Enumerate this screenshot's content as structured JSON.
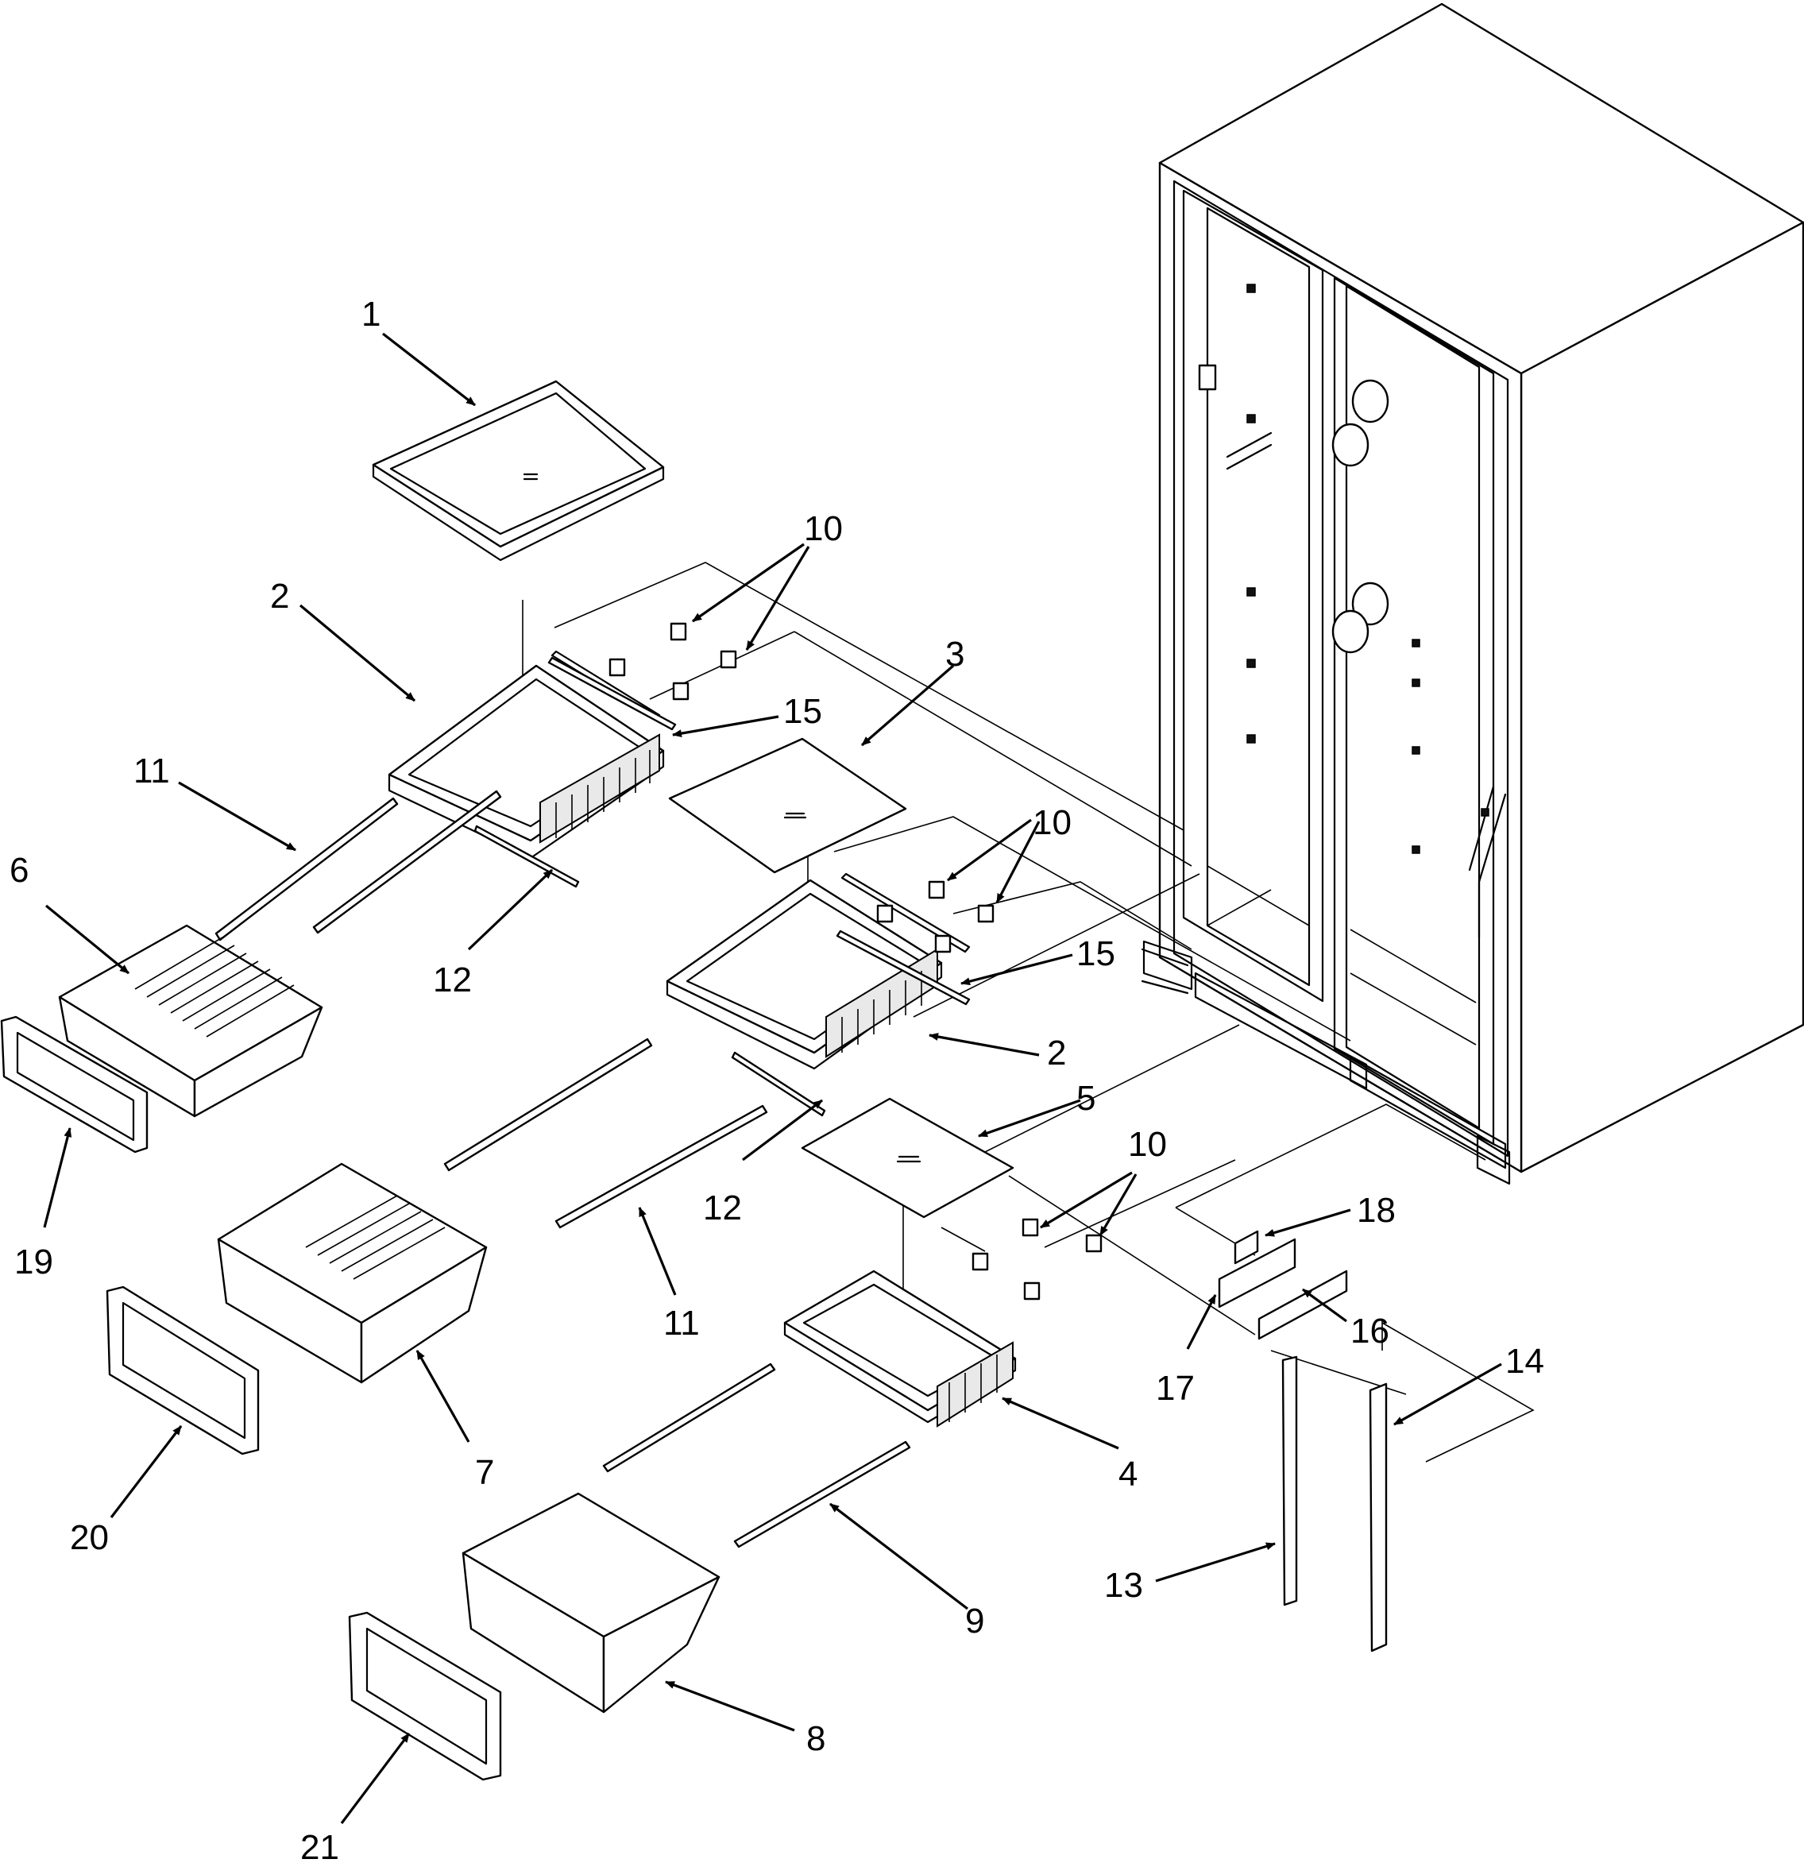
{
  "labels": {
    "c1": "1",
    "c2a": "2",
    "c2b": "2",
    "c3": "3",
    "c4": "4",
    "c5": "5",
    "c6": "6",
    "c7": "7",
    "c8": "8",
    "c9": "9",
    "c10a": "10",
    "c10b": "10",
    "c10c": "10",
    "c11a": "11",
    "c11b": "11",
    "c12a": "12",
    "c12b": "12",
    "c13": "13",
    "c14": "14",
    "c15a": "15",
    "c15b": "15",
    "c16": "16",
    "c17": "17",
    "c18": "18",
    "c19": "19",
    "c20": "20",
    "c21": "21"
  }
}
